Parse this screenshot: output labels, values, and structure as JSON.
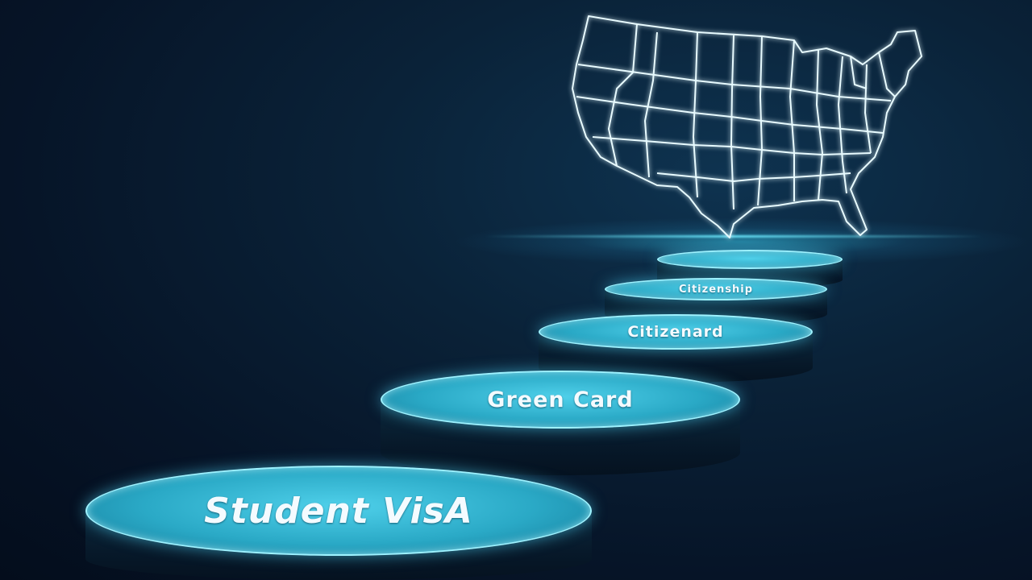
{
  "steps": [
    {
      "label": "Student VisA"
    },
    {
      "label": "Green Card"
    },
    {
      "label": "Citizenard"
    },
    {
      "label": "Citizenship"
    },
    {
      "label": ""
    }
  ],
  "map": {
    "subject": "United States map outline",
    "glow_color": "#7fe6ff"
  }
}
